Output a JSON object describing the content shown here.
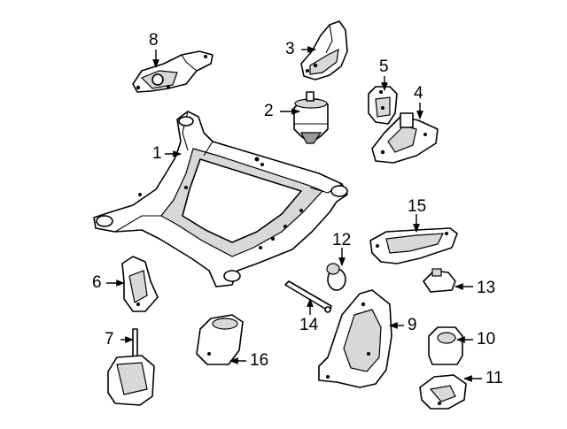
{
  "diagram": {
    "callouts": [
      {
        "id": "label-1",
        "text": "1"
      },
      {
        "id": "label-2",
        "text": "2"
      },
      {
        "id": "label-3",
        "text": "3"
      },
      {
        "id": "label-4",
        "text": "4"
      },
      {
        "id": "label-5",
        "text": "5"
      },
      {
        "id": "label-6",
        "text": "6"
      },
      {
        "id": "label-7",
        "text": "7"
      },
      {
        "id": "label-8",
        "text": "8"
      },
      {
        "id": "label-9",
        "text": "9"
      },
      {
        "id": "label-10",
        "text": "10"
      },
      {
        "id": "label-11",
        "text": "11"
      },
      {
        "id": "label-12",
        "text": "12"
      },
      {
        "id": "label-13",
        "text": "13"
      },
      {
        "id": "label-14",
        "text": "14"
      },
      {
        "id": "label-15",
        "text": "15"
      },
      {
        "id": "label-16",
        "text": "16"
      }
    ]
  }
}
